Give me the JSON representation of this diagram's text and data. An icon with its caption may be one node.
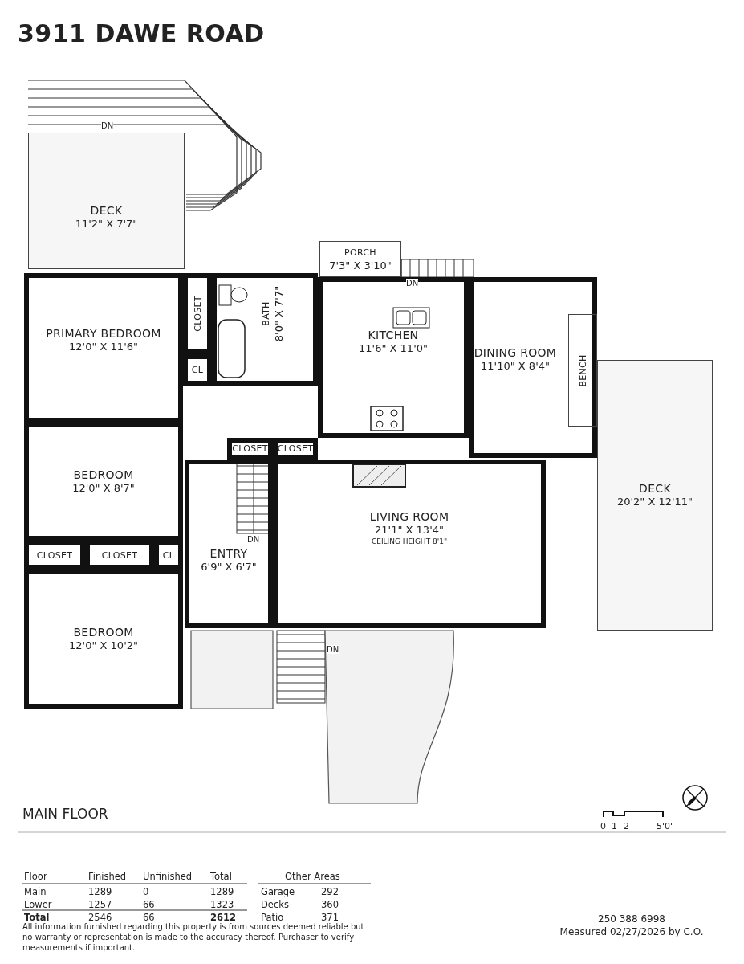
{
  "diagram": {
    "title": "3911 DAWE ROAD",
    "nodes": [
      {
        "text": [
          "DECK",
          "11'2\" X 7'7\""
        ]
      },
      {
        "text": [
          "PORCH",
          "7'3\" X 3'10\""
        ]
      },
      {
        "text": [
          "PRIMARY BEDROOM",
          "12'0\" X 11'6\""
        ]
      },
      {
        "text": [
          "CLOSET"
        ]
      },
      {
        "text": [
          "CL"
        ]
      },
      {
        "text": [
          "BATH",
          "8'0\" X 7'7\""
        ]
      },
      {
        "text": [
          "KITCHEN",
          "11'6\" X 11'0\""
        ]
      },
      {
        "text": [
          "DINING ROOM",
          "11'10\" X 8'4\""
        ]
      },
      {
        "text": [
          "BENCH"
        ],
        "in": 7
      },
      {
        "text": [
          "DECK",
          "20'2\" X 12'11\""
        ]
      },
      {
        "text": [
          "CLOSET"
        ]
      },
      {
        "text": [
          "CLOSET"
        ]
      },
      {
        "text": [
          "BEDROOM",
          "12'0\" X 8'7\""
        ]
      },
      {
        "text": [
          "LIVING ROOM",
          "21'1\" X 13'4\"",
          "CEILING HEIGHT 8'1\""
        ]
      },
      {
        "text": [
          "CLOSET"
        ]
      },
      {
        "text": [
          "CLOSET"
        ]
      },
      {
        "text": [
          "CL"
        ]
      },
      {
        "text": [
          "ENTRY",
          "6'9\" X 6'7\""
        ]
      },
      {
        "text": [
          "BEDROOM",
          "12'0\" X 10'2\""
        ]
      }
    ],
    "labels": [
      "DN",
      "DN",
      "DN",
      "DN",
      "MAIN FLOOR",
      "0",
      "1",
      "2",
      "5'0\"",
      "Floor",
      "Finished",
      "Unfinished",
      "Total",
      "Other Areas",
      "Main",
      "1289",
      "0",
      "1289",
      "Garage",
      "292",
      "Lower",
      "1257",
      "66",
      "1323",
      "Decks",
      "360",
      "Total",
      "2546",
      "66",
      "2612",
      "Patio",
      "371",
      "250 388 6998",
      "Measured 02/27/2026 by C.O.",
      "All information furnished regarding this property is from sources deemed reliable but no warranty or representation is made to the accuracy thereof. Purchaser to verify measurements if important."
    ]
  }
}
